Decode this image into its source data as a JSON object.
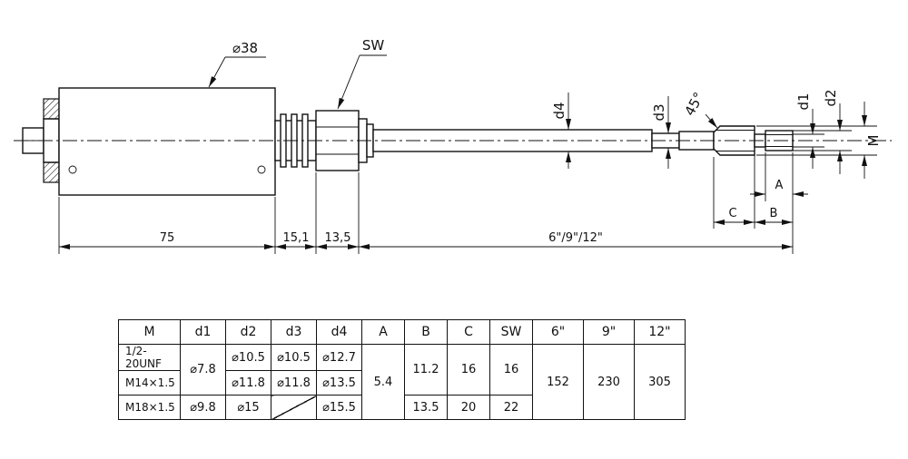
{
  "drawing": {
    "callouts": {
      "body_diameter": "⌀38",
      "wrench_size": "SW",
      "d4": "d4",
      "d3": "d3",
      "chamfer": "45°",
      "d1": "d1",
      "d2": "d2",
      "thread": "M"
    },
    "dims": {
      "body_length": "75",
      "collar_length": "15,1",
      "nut_length": "13,5",
      "shaft_length": "6\"/9\"/12\"",
      "a": "A",
      "b": "B",
      "c": "C"
    }
  },
  "table": {
    "headers": {
      "m": "M",
      "d1": "d1",
      "d2": "d2",
      "d3": "d3",
      "d4": "d4",
      "a": "A",
      "b": "B",
      "c": "C",
      "sw": "SW",
      "l6": "6\"",
      "l9": "9\"",
      "l12": "12\""
    },
    "cells": {
      "m1": "1/2-20UNF",
      "m2": "M14×1.5",
      "m3": "M18×1.5",
      "d1_12": "⌀7.8",
      "d1_3": "⌀9.8",
      "d2_1": "⌀10.5",
      "d2_2": "⌀11.8",
      "d2_3": "⌀15",
      "d3_1": "⌀10.5",
      "d3_2": "⌀11.8",
      "d4_1": "⌀12.7",
      "d4_2": "⌀13.5",
      "d4_3": "⌀15.5",
      "a_all": "5.4",
      "b_12": "11.2",
      "b_3": "13.5",
      "c_12": "16",
      "c_3": "20",
      "sw_12": "16",
      "sw_3": "22",
      "l6": "152",
      "l9": "230",
      "l12": "305"
    }
  }
}
